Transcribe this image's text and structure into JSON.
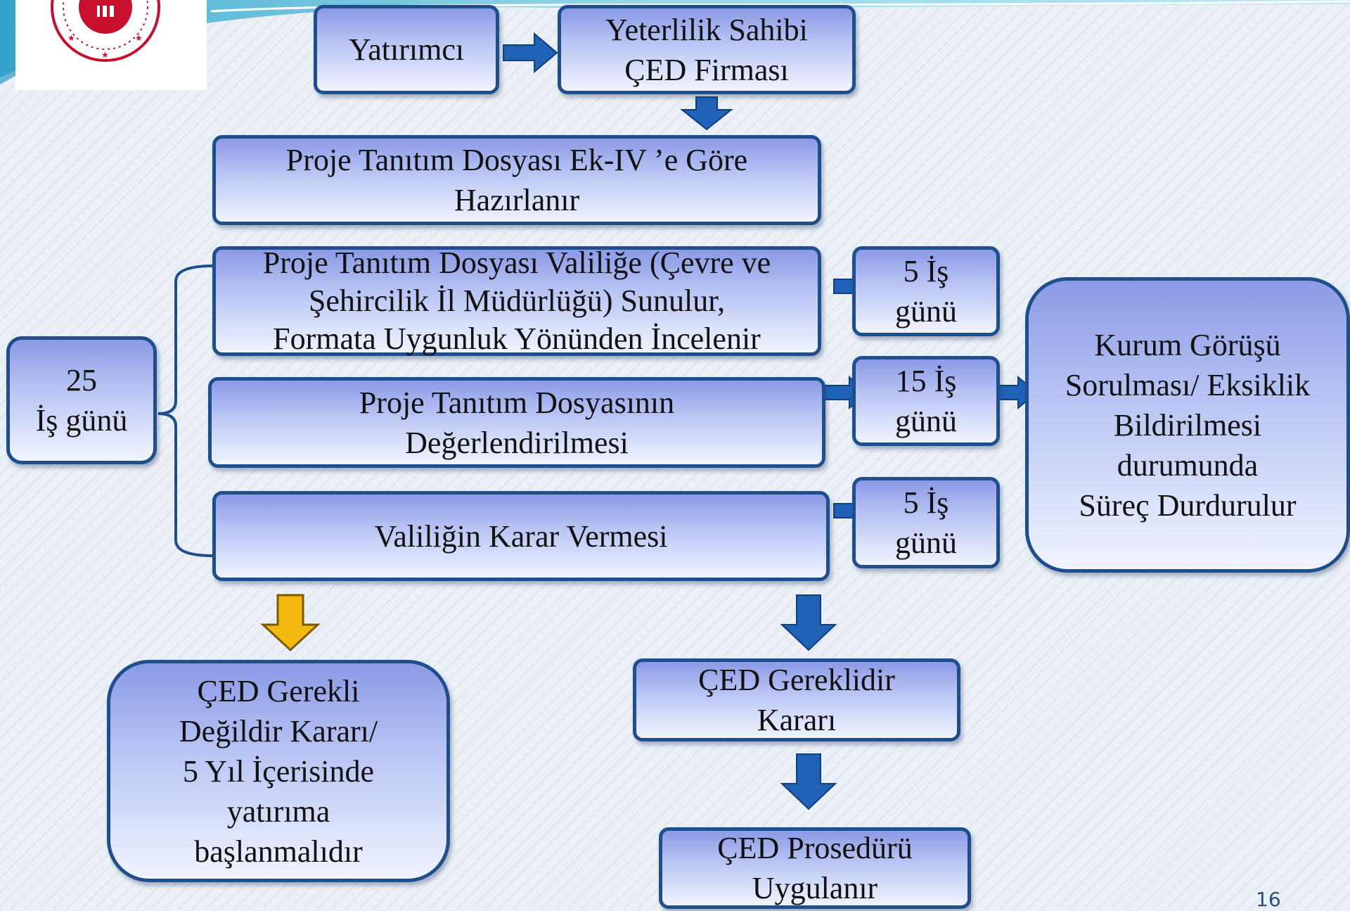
{
  "boxes": {
    "investor": "Yatırımcı",
    "firm": [
      "Yeterlilik Sahibi",
      "ÇED Firması"
    ],
    "prepare": [
      "Proje Tanıtım Dosyası Ek-IV ’e Göre",
      "Hazırlanır"
    ],
    "submit": [
      "Proje Tanıtım Dosyası Valiliğe (Çevre ve",
      "Şehircilik İl Müdürlüğü) Sunulur,",
      "Formata Uygunluk Yönünden İncelenir"
    ],
    "evaluate": [
      "Proje Tanıtım Dosyasının",
      "Değerlendirilmesi"
    ],
    "decision": "Valiliğin Karar Vermesi",
    "total": [
      "25",
      "İş günü"
    ],
    "days_submit": [
      "5 İş",
      "günü"
    ],
    "days_evaluate": [
      "15 İş",
      "günü"
    ],
    "days_decision": [
      "5 İş",
      "günü"
    ],
    "stop": [
      "Kurum Görüşü",
      "Sorulması/ Eksiklik",
      "Bildirilmesi",
      "durumunda",
      "Süreç Durdurulur"
    ],
    "not_required": [
      "ÇED Gerekli",
      "Değildir Kararı/",
      "5 Yıl İçerisinde",
      "yatırıma",
      "başlanmalıdır"
    ],
    "required": [
      "ÇED Gereklidir",
      "Kararı"
    ],
    "procedure": [
      "ÇED Prosedürü",
      "Uygulanır"
    ]
  },
  "colors": {
    "box_border": "#1f4e8c",
    "arrow_blue": "#1f62b8",
    "arrow_yellow": "#f2b90f",
    "logo_red": "#c8102e"
  },
  "page_number": "16"
}
